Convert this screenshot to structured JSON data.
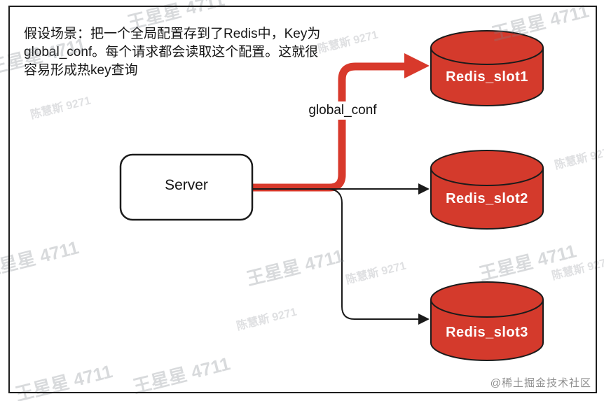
{
  "scenario": {
    "lines": [
      "假设场景：把一个全局配置存到了Redis中，Key为",
      "global_conf。每个请求都会读取这个配置。这就很",
      "容易形成热key查询"
    ]
  },
  "server": {
    "label": "Server"
  },
  "edge": {
    "label": "global_conf"
  },
  "redis_nodes": [
    {
      "label": "Redis_slot1",
      "hot_key_target": true
    },
    {
      "label": "Redis_slot2",
      "hot_key_target": false
    },
    {
      "label": "Redis_slot3",
      "hot_key_target": false
    }
  ],
  "watermarks": {
    "primary": "王星星 4711",
    "secondary": "陈慧斯 9271"
  },
  "credit": {
    "label": "@稀土掘金技术社区"
  },
  "colors": {
    "redis_red": "#d43a2c",
    "hot_path_red": "#d8392b",
    "line_black": "#1b1b1b",
    "frame_black": "#1e1e1e",
    "credit_gray": "#8f8f8f"
  }
}
